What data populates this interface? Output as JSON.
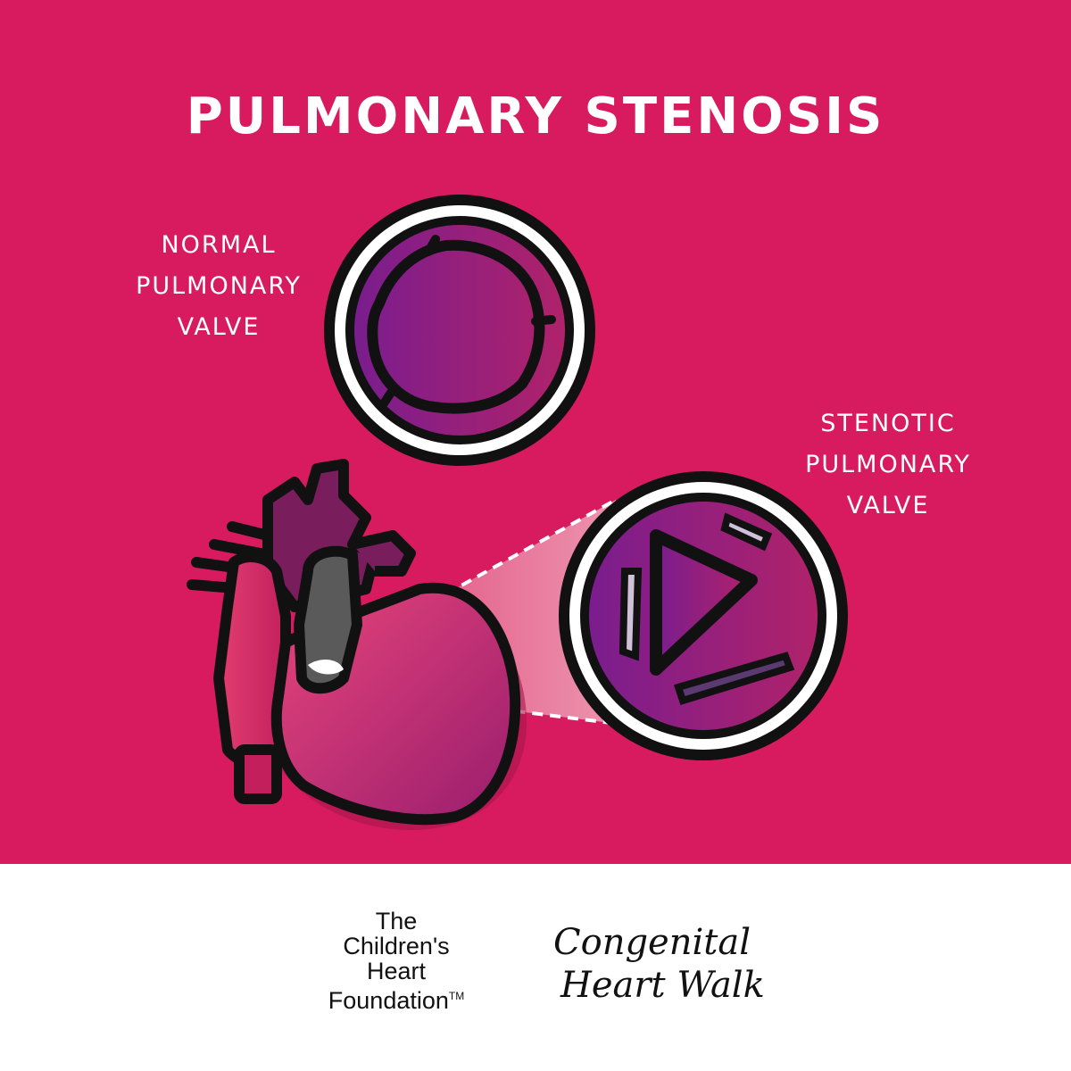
{
  "title": "Pulmonary Stenosis",
  "labels": {
    "normal": [
      "Normal",
      "Pulmonary",
      "Valve"
    ],
    "stenotic": [
      "Stenotic",
      "Pulmonary",
      "Valve"
    ]
  },
  "footer": {
    "chf": {
      "lines": [
        "The",
        "Children's",
        "Heart",
        "Foundation"
      ],
      "trademark": "TM"
    },
    "walk": {
      "lines": [
        "Congenital",
        "Heart Walk"
      ]
    }
  },
  "colors": {
    "background": "#d81b5e",
    "valve_purple": "#7a1d8e",
    "valve_magenta": "#b0226a",
    "outline": "#111111",
    "heart_pink": "#e03a6e"
  }
}
